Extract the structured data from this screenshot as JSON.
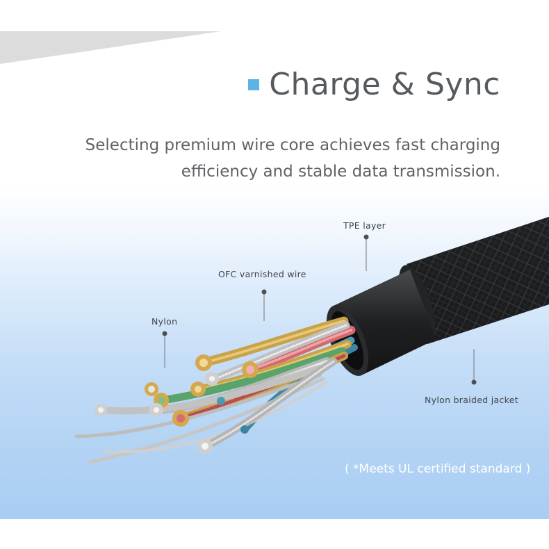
{
  "header": {
    "title": "Charge & Sync",
    "subtitle_line1": "Selecting premium wire core achieves fast charging",
    "subtitle_line2": "efficiency and stable data transmission."
  },
  "callouts": {
    "tpe": "TPE layer",
    "ofc": "OFC varnished wire",
    "nylon": "Nylon",
    "jacket": "Nylon braided jacket"
  },
  "note": "( *Meets UL certified standard )",
  "colors": {
    "accent": "#5ab5e6",
    "title": "#555a5f",
    "text": "#5f6367",
    "gradient_bottom": "#a9cdf3",
    "jacket": "#1b1c1e"
  },
  "icons": {
    "title_marker": "square-bullet-icon",
    "callout_marker": "dot-icon"
  }
}
